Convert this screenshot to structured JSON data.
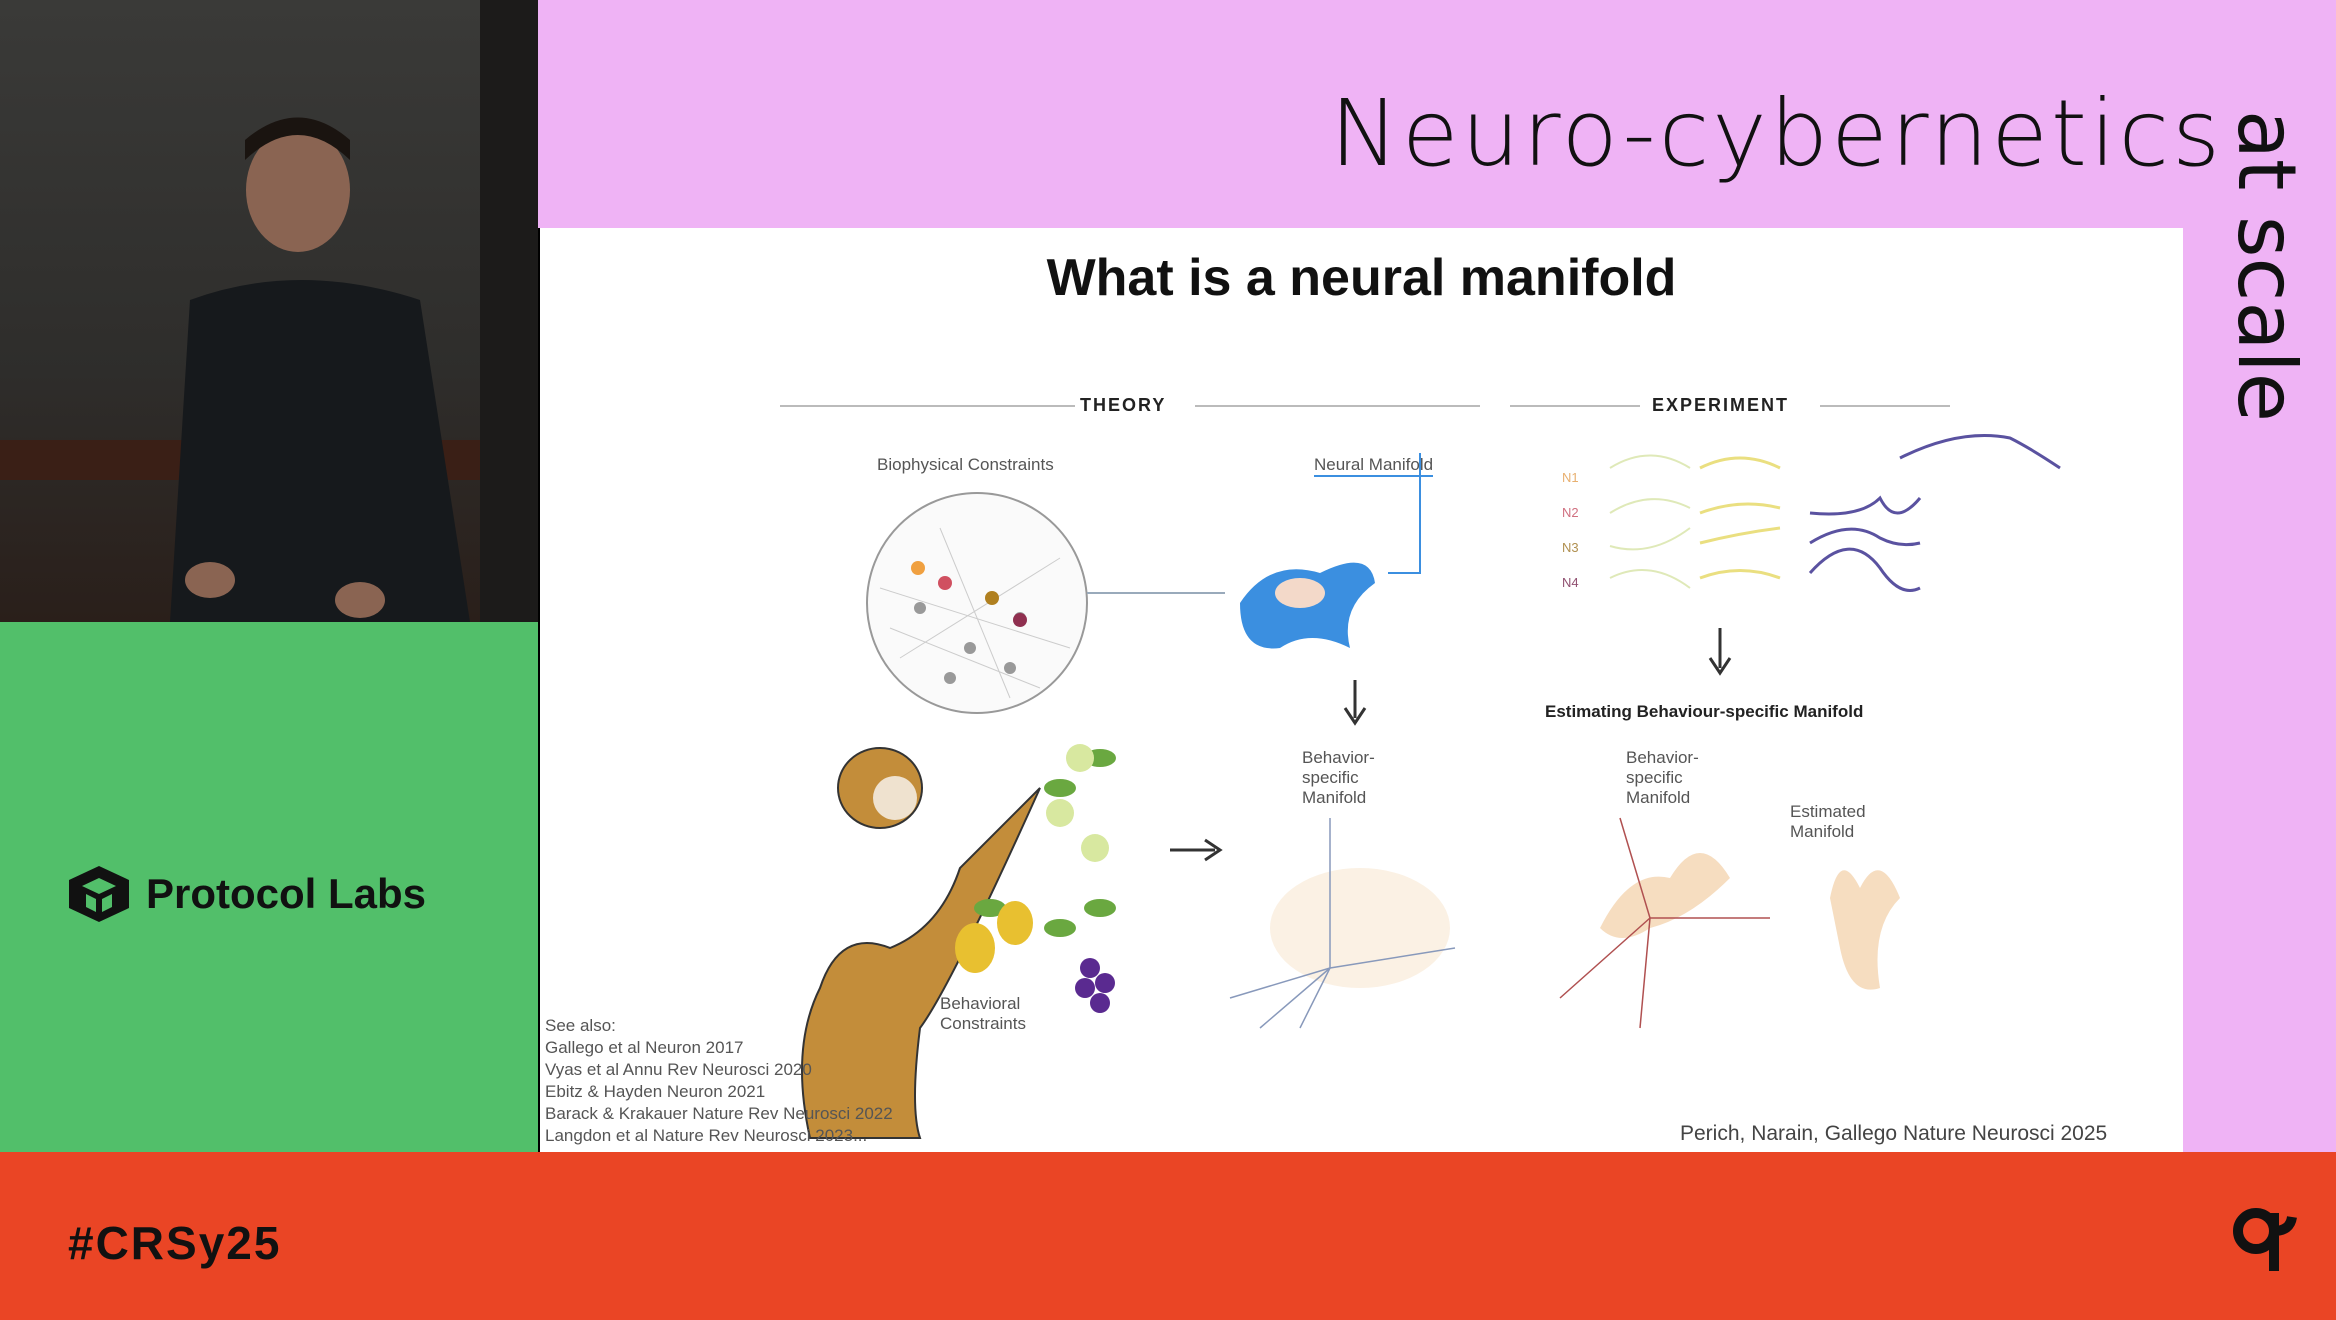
{
  "event": {
    "title": "Neuro-cybernetics",
    "title_suffix": "at scale",
    "hashtag": "#CRSy25",
    "sponsor": "Protocol Labs",
    "icons": [
      "protocol-labs-logo",
      "event-logo"
    ]
  },
  "slide": {
    "title": "What is a neural manifold",
    "theory_header": "THEORY",
    "experiment_header": "EXPERIMENT",
    "labels": {
      "biophysical": "Biophysical Constraints",
      "neural_manifold": "Neural Manifold",
      "behavior_specific": "Behavior-specific Manifold",
      "behavioral_constraints": "Behavioral Constraints",
      "estimating": "Estimating Behaviour-specific Manifold",
      "behavior_specific_2": "Behavior-specific Manifold",
      "estimated": "Estimated Manifold"
    },
    "neurons": [
      "N1",
      "N2",
      "N3",
      "N4"
    ],
    "references_heading": "See also:",
    "references": [
      "Gallego et al Neuron 2017",
      "Vyas et al Annu Rev Neurosci 2020",
      "Ebitz & Hayden Neuron 2021",
      "Barack & Krakauer Nature Rev Neurosci 2022",
      "Langdon et al Nature Rev Neurosci 2023..."
    ],
    "citation": "Perich, Narain, Gallego Nature Neurosci 2025"
  },
  "colors": {
    "pink": "#efb3f5",
    "green": "#52bf6a",
    "orange": "#ea4525",
    "manifold_blue": "#3b8fe0"
  }
}
